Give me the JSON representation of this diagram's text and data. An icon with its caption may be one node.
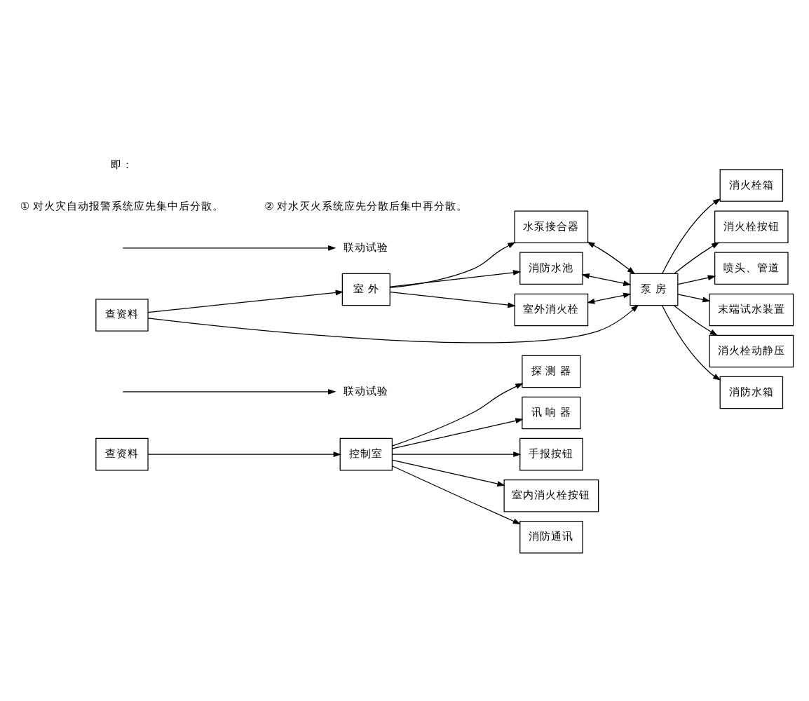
{
  "diagram": {
    "nodes": [
      {
        "text": [
          "控制室"
        ]
      },
      {
        "text": [
          "查资料"
        ]
      },
      {
        "text": [
          "探 测 器"
        ]
      },
      {
        "text": [
          "讯 响 器"
        ]
      },
      {
        "text": [
          "手报按钮"
        ]
      },
      {
        "text": [
          "室内消火栓按钮"
        ]
      },
      {
        "text": [
          "消防通讯"
        ]
      },
      {
        "text": [
          "联动试验"
        ]
      },
      {
        "text": [
          "室 外"
        ]
      },
      {
        "text": [
          "水泵接合器"
        ]
      },
      {
        "text": [
          "消防水池"
        ]
      },
      {
        "text": [
          "室外消火栓"
        ]
      },
      {
        "text": [
          "泵 房"
        ]
      },
      {
        "text": [
          "查资料"
        ]
      },
      {
        "text": [
          "消火栓箱"
        ]
      },
      {
        "text": [
          "消火栓按钮"
        ]
      },
      {
        "text": [
          "喷头、管道"
        ]
      },
      {
        "text": [
          "末端试水装置"
        ]
      },
      {
        "text": [
          "消火栓动静压"
        ]
      },
      {
        "text": [
          "消防水箱"
        ]
      },
      {
        "text": [
          "联动试验"
        ]
      }
    ],
    "edges": [
      {
        "from": 1,
        "to": 0,
        "arrow": "to"
      },
      {
        "from": 0,
        "to": 2,
        "arrow": "to"
      },
      {
        "from": 0,
        "to": 3,
        "arrow": "to"
      },
      {
        "from": 0,
        "to": 4,
        "arrow": "to"
      },
      {
        "from": 0,
        "to": 5,
        "arrow": "to"
      },
      {
        "from": 0,
        "to": 6,
        "arrow": "to"
      },
      {
        "from": null,
        "to": 7,
        "arrow": "to"
      },
      {
        "from": 8,
        "to": 9,
        "arrow": "to"
      },
      {
        "from": 8,
        "to": 10,
        "arrow": "to"
      },
      {
        "from": 8,
        "to": 11,
        "arrow": "to"
      },
      {
        "from": 9,
        "to": 12,
        "arrow": "both"
      },
      {
        "from": 10,
        "to": 12,
        "arrow": "both"
      },
      {
        "from": 11,
        "to": 12,
        "arrow": "both"
      },
      {
        "from": 12,
        "to": 14,
        "arrow": "to"
      },
      {
        "from": 12,
        "to": 15,
        "arrow": "to"
      },
      {
        "from": 12,
        "to": 16,
        "arrow": "to"
      },
      {
        "from": 12,
        "to": 17,
        "arrow": "to"
      },
      {
        "from": 12,
        "to": 18,
        "arrow": "to"
      },
      {
        "from": 12,
        "to": 19,
        "arrow": "to"
      },
      {
        "from": 13,
        "to": 8,
        "arrow": "to"
      },
      {
        "from": 13,
        "to": 12,
        "arrow": "to"
      },
      {
        "from": null,
        "to": 20,
        "arrow": "to"
      }
    ],
    "labels": [
      "① 对火灾自动报警系统应先集中后分散。",
      "② 对水灭火系统应先分散后集中再分散。",
      "即："
    ]
  }
}
